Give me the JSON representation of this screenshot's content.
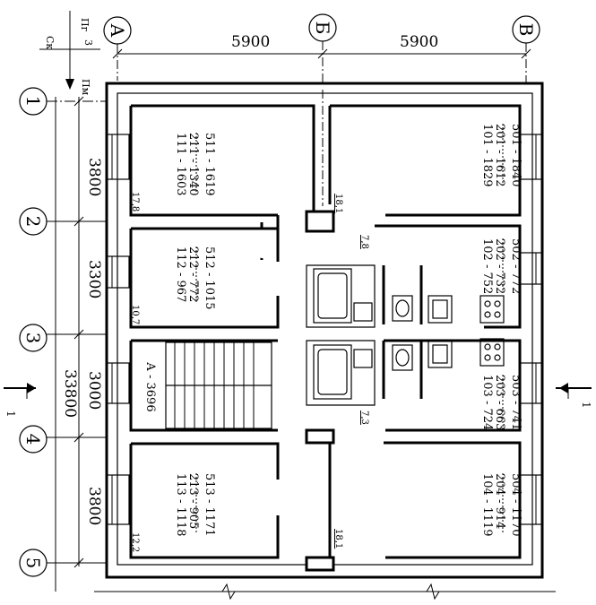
{
  "axes_letters": [
    "А",
    "Б",
    "В"
  ],
  "axes_numbers": [
    "1",
    "2",
    "3",
    "4",
    "5"
  ],
  "dims_top": [
    "5900",
    "5900"
  ],
  "dims_left": [
    "3800",
    "3300",
    "3000",
    "3800"
  ],
  "dim_total": "33800",
  "section_marker": "1",
  "corner_labels": {
    "pg": "Пг",
    "sk": "Ск",
    "three": "3",
    "pm": "Пм"
  },
  "rooms": [
    {
      "lines": [
        "111 - 1603",
        "211 - 1340",
        "511 - 1619"
      ],
      "area": "17,8"
    },
    {
      "lines": [
        "101 - 1829",
        "201 - 1612",
        "501 - 1840"
      ],
      "area": "18,1"
    },
    {
      "lines": [
        "112 - 967",
        "212 - 772",
        "512 - 1015"
      ],
      "area": "10,7"
    },
    {
      "lines": [
        "102 - 752",
        "202 - 732",
        "502 - 772"
      ],
      "area": "7,8"
    },
    {
      "lines": [
        "А - 3696"
      ],
      "area": ""
    },
    {
      "lines": [
        "103 - 724",
        "203 - 663",
        "503 - 741"
      ],
      "area": "7,3"
    },
    {
      "lines": [
        "113 - 1118",
        "213 - 905",
        "513 - 1171"
      ],
      "area": "12,2"
    },
    {
      "lines": [
        "104 - 1119",
        "204 - 914",
        "504 - 1170"
      ],
      "area": "18,1"
    }
  ]
}
